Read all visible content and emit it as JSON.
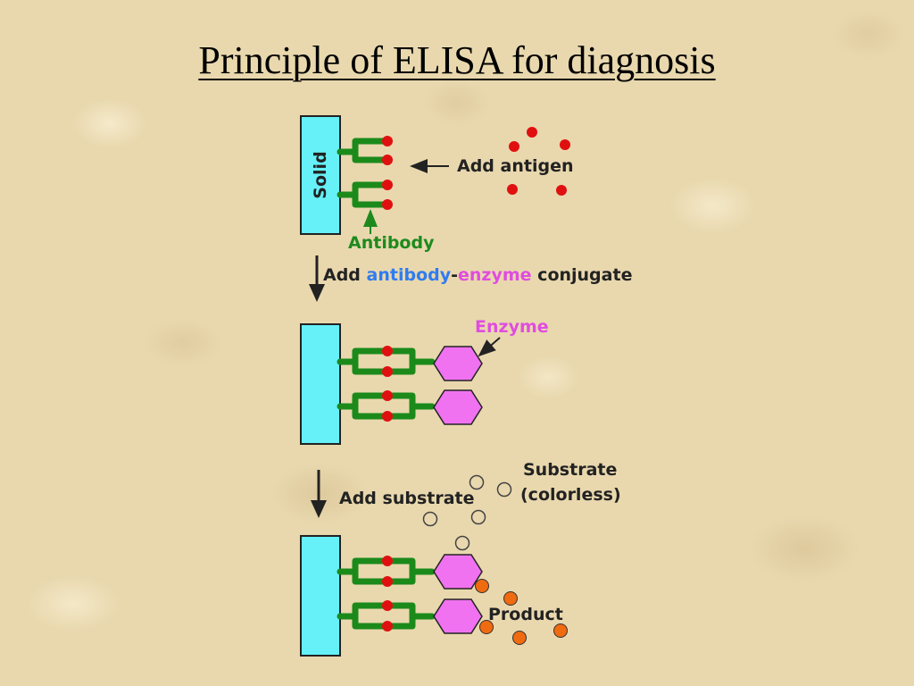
{
  "title": "Principle of ELISA for diagnosis",
  "labels": {
    "solid": "Solid",
    "add_antigen": "Add antigen",
    "antibody": "Antibody",
    "step2_add": "Add ",
    "step2_antibody": "antibody",
    "step2_dash": "-",
    "step2_enzyme": "enzyme",
    "step2_conjugate": " conjugate",
    "enzyme": "Enzyme",
    "add_substrate": "Add substrate",
    "substrate_line1": "Substrate",
    "substrate_line2": "(colorless)",
    "product": "Product"
  },
  "colors": {
    "solid_fill": "#66f0f8",
    "antibody_green": "#1b8a1b",
    "antigen_red": "#e01010",
    "enzyme_magenta": "#f072f0",
    "product_orange": "#f06a10",
    "antibody_label_green": "#1e8a1e",
    "antibody_word_blue": "#2f7cf0",
    "enzyme_word_magenta": "#e04ce0",
    "text_dark": "#222222"
  }
}
